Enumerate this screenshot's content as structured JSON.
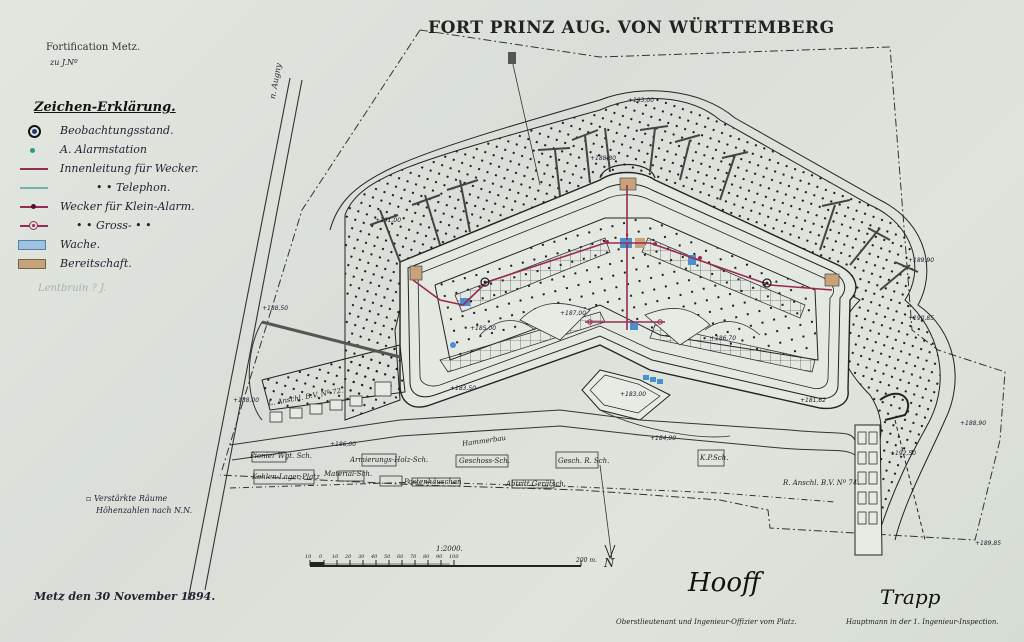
{
  "header": {
    "title": "FORT PRINZ AUG. VON WÜRTTEMBERG",
    "fortification": "Fortification Metz.",
    "reference": "zu J.Nº"
  },
  "legend": {
    "title": "Zeichen-Erklärung.",
    "items": [
      {
        "symbol": "observation-post-icon",
        "label": "Beobachtungsstand."
      },
      {
        "symbol": "alarm-station-icon",
        "label": "A. Alarmstation"
      },
      {
        "symbol": "bell-line",
        "label": "Innenleitung für Wecker.",
        "color": "#9a2a55"
      },
      {
        "symbol": "telephone-line",
        "label": "•        •      Telephon.",
        "color": "#7ab3ad"
      },
      {
        "symbol": "small-alarm-line",
        "label": "Wecker für Klein-Alarm.",
        "color": "#9a2a55"
      },
      {
        "symbol": "large-alarm-line",
        "label": "•      •    Gross-    •    •",
        "color": "#9a2a55"
      },
      {
        "symbol": "guard-swatch",
        "label": "Wache.",
        "color": "#9cc3e0"
      },
      {
        "symbol": "readiness-swatch",
        "label": "Bereitschaft.",
        "color": "#c9a27c"
      }
    ],
    "pencil_note": "Lentbruin ? J."
  },
  "notes": {
    "reinforced": "Verstärkte Räume",
    "heights": "Höhenzahlen nach N.N.",
    "road": "n. Augny"
  },
  "buildings": [
    "Pionier Wgt. Sch.",
    "Armierungs-Holz-Sch.",
    "Geschoss-Sch.",
    "Gesch. R. Sch.",
    "Kohlen-Lager-Platz",
    "Material-Sch.",
    "Postenhäuschen",
    "Abtritt Gerätsch.",
    "Hammerbau",
    "K.P.Sch."
  ],
  "map_labels": {
    "left_annex": "L. Anschl. B.V. Nº 72.",
    "right_annex": "R. Anschl. B.V. Nº 74.",
    "elevations": [
      "+191,00",
      "+193,00",
      "+188,50",
      "+188,00",
      "+186,00",
      "+184,00",
      "+183,00",
      "+185,00",
      "+187,00",
      "+190,85",
      "+189,90",
      "+192,50",
      "+188,90",
      "+189,85",
      "+188,80",
      "+181,62",
      "+186,70",
      "+183,50"
    ]
  },
  "scale": {
    "ratio": "1:2000.",
    "ticks": [
      "10",
      "0",
      "10",
      "20",
      "30",
      "40",
      "50",
      "60",
      "70",
      "80",
      "90",
      "100"
    ],
    "end": "200 m."
  },
  "north_mark": "N",
  "footer": {
    "place_date": "Metz den 30 November 1894.",
    "signature_left": "Hooff",
    "signature_right": "Trapp",
    "title_left": "Oberstlieutenant und Ingenieur-Offizier vom Platz.",
    "title_right": "Hauptmann in der 1. Ingenieur-Inspection."
  },
  "colors": {
    "paper": "#dde3dc",
    "ink": "#222222",
    "bell_line": "#9a2a55",
    "telephone": "#7ab3ad",
    "guard": "#4a8fd0",
    "readiness": "#c9a27c"
  }
}
